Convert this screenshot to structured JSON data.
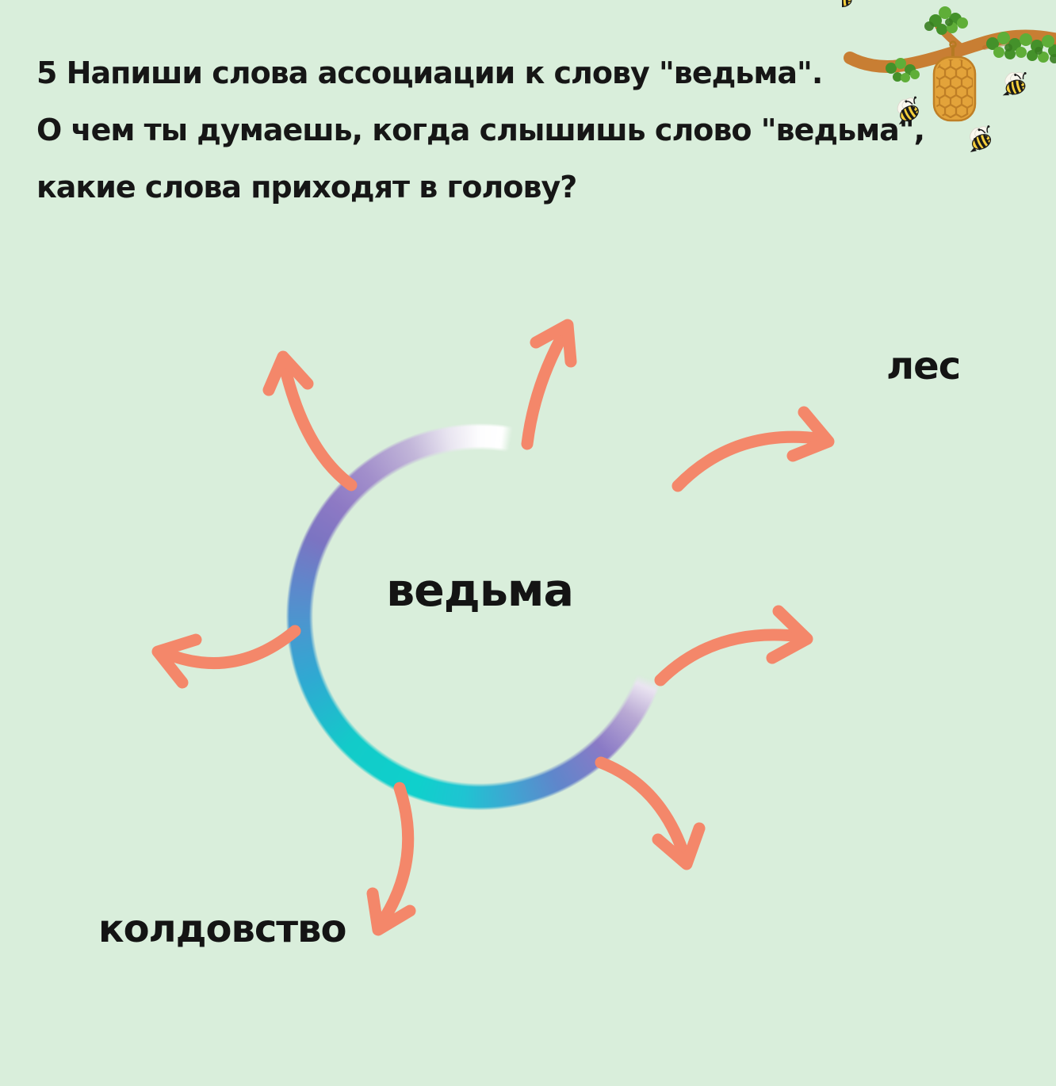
{
  "page": {
    "background_color": "#d9eedb",
    "heading_lines": [
      "5 Напиши слова ассоциации к слову \"ведьма\".",
      "О чем ты думаешь, когда слышишь слово \"ведьма\",",
      "какие слова приходят в голову?"
    ]
  },
  "mind_map": {
    "central_word": "ведьма",
    "associations": [
      {
        "label": "лес",
        "position": "upper-right"
      },
      {
        "label": "колдовство",
        "position": "lower-left"
      }
    ],
    "empty_arrow_count": 5,
    "arrow_color": "#f4876a",
    "ring_gradient_colors": [
      "#ffffff",
      "#b9a9d4",
      "#8a7ac6",
      "#5f86cb",
      "#0fd0cc",
      "#12cbc9",
      "#2fa9d2",
      "#7b74c2",
      "#c2b6d9",
      "#ffffff"
    ]
  },
  "decoration": {
    "illustration": "beehive-on-branch-with-bees",
    "bee_count": 3
  }
}
